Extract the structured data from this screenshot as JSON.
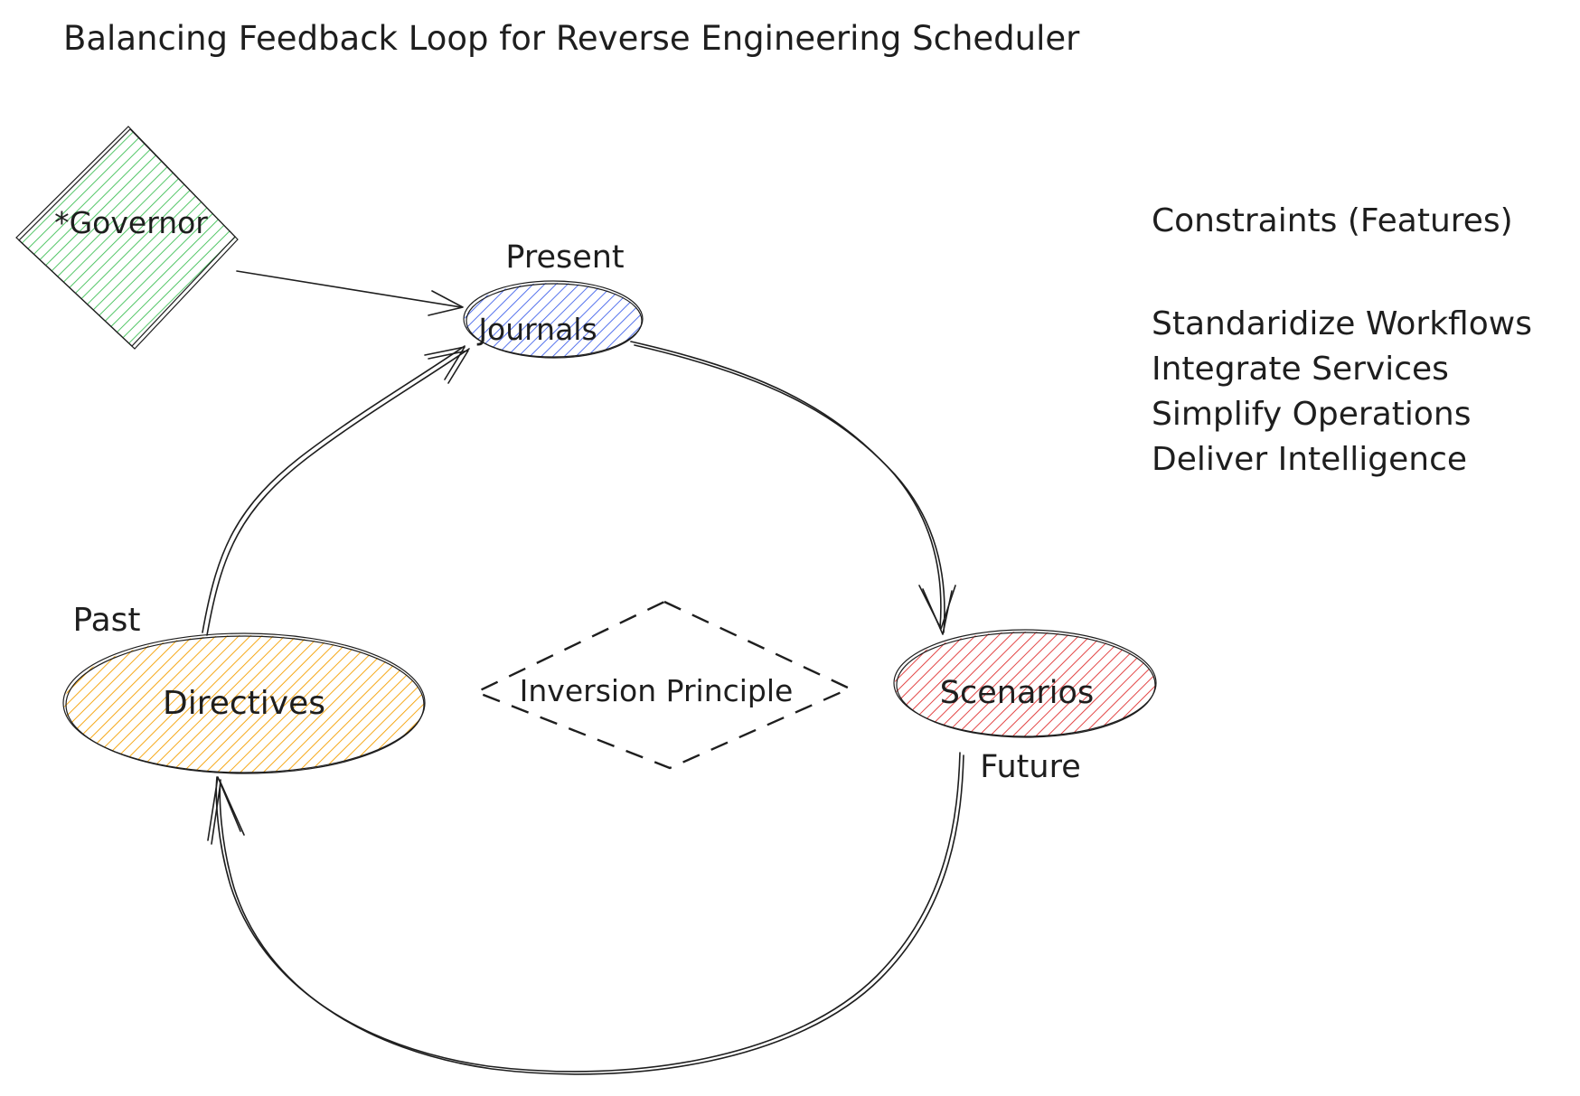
{
  "title": "Balancing Feedback Loop for Reverse Engineering Scheduler",
  "nodes": {
    "governor": {
      "label": "*Governor",
      "color": "#40c057"
    },
    "journals": {
      "label": "Journals",
      "caption": "Present",
      "color": "#4263eb"
    },
    "scenarios": {
      "label": "Scenarios",
      "caption": "Future",
      "color": "#e03131"
    },
    "directives": {
      "label": "Directives",
      "caption": "Past",
      "color": "#f59f00"
    },
    "inversion": {
      "label": "Inversion Principle"
    }
  },
  "constraints": {
    "heading": "Constraints (Features)",
    "items": [
      "Standaridize Workflows",
      "Integrate Services",
      "Simplify Operations",
      "Deliver Intelligence"
    ]
  },
  "edges": [
    {
      "from": "*Governor",
      "to": "Journals"
    },
    {
      "from": "Journals",
      "to": "Scenarios"
    },
    {
      "from": "Scenarios",
      "to": "Directives"
    },
    {
      "from": "Directives",
      "to": "Journals"
    }
  ]
}
